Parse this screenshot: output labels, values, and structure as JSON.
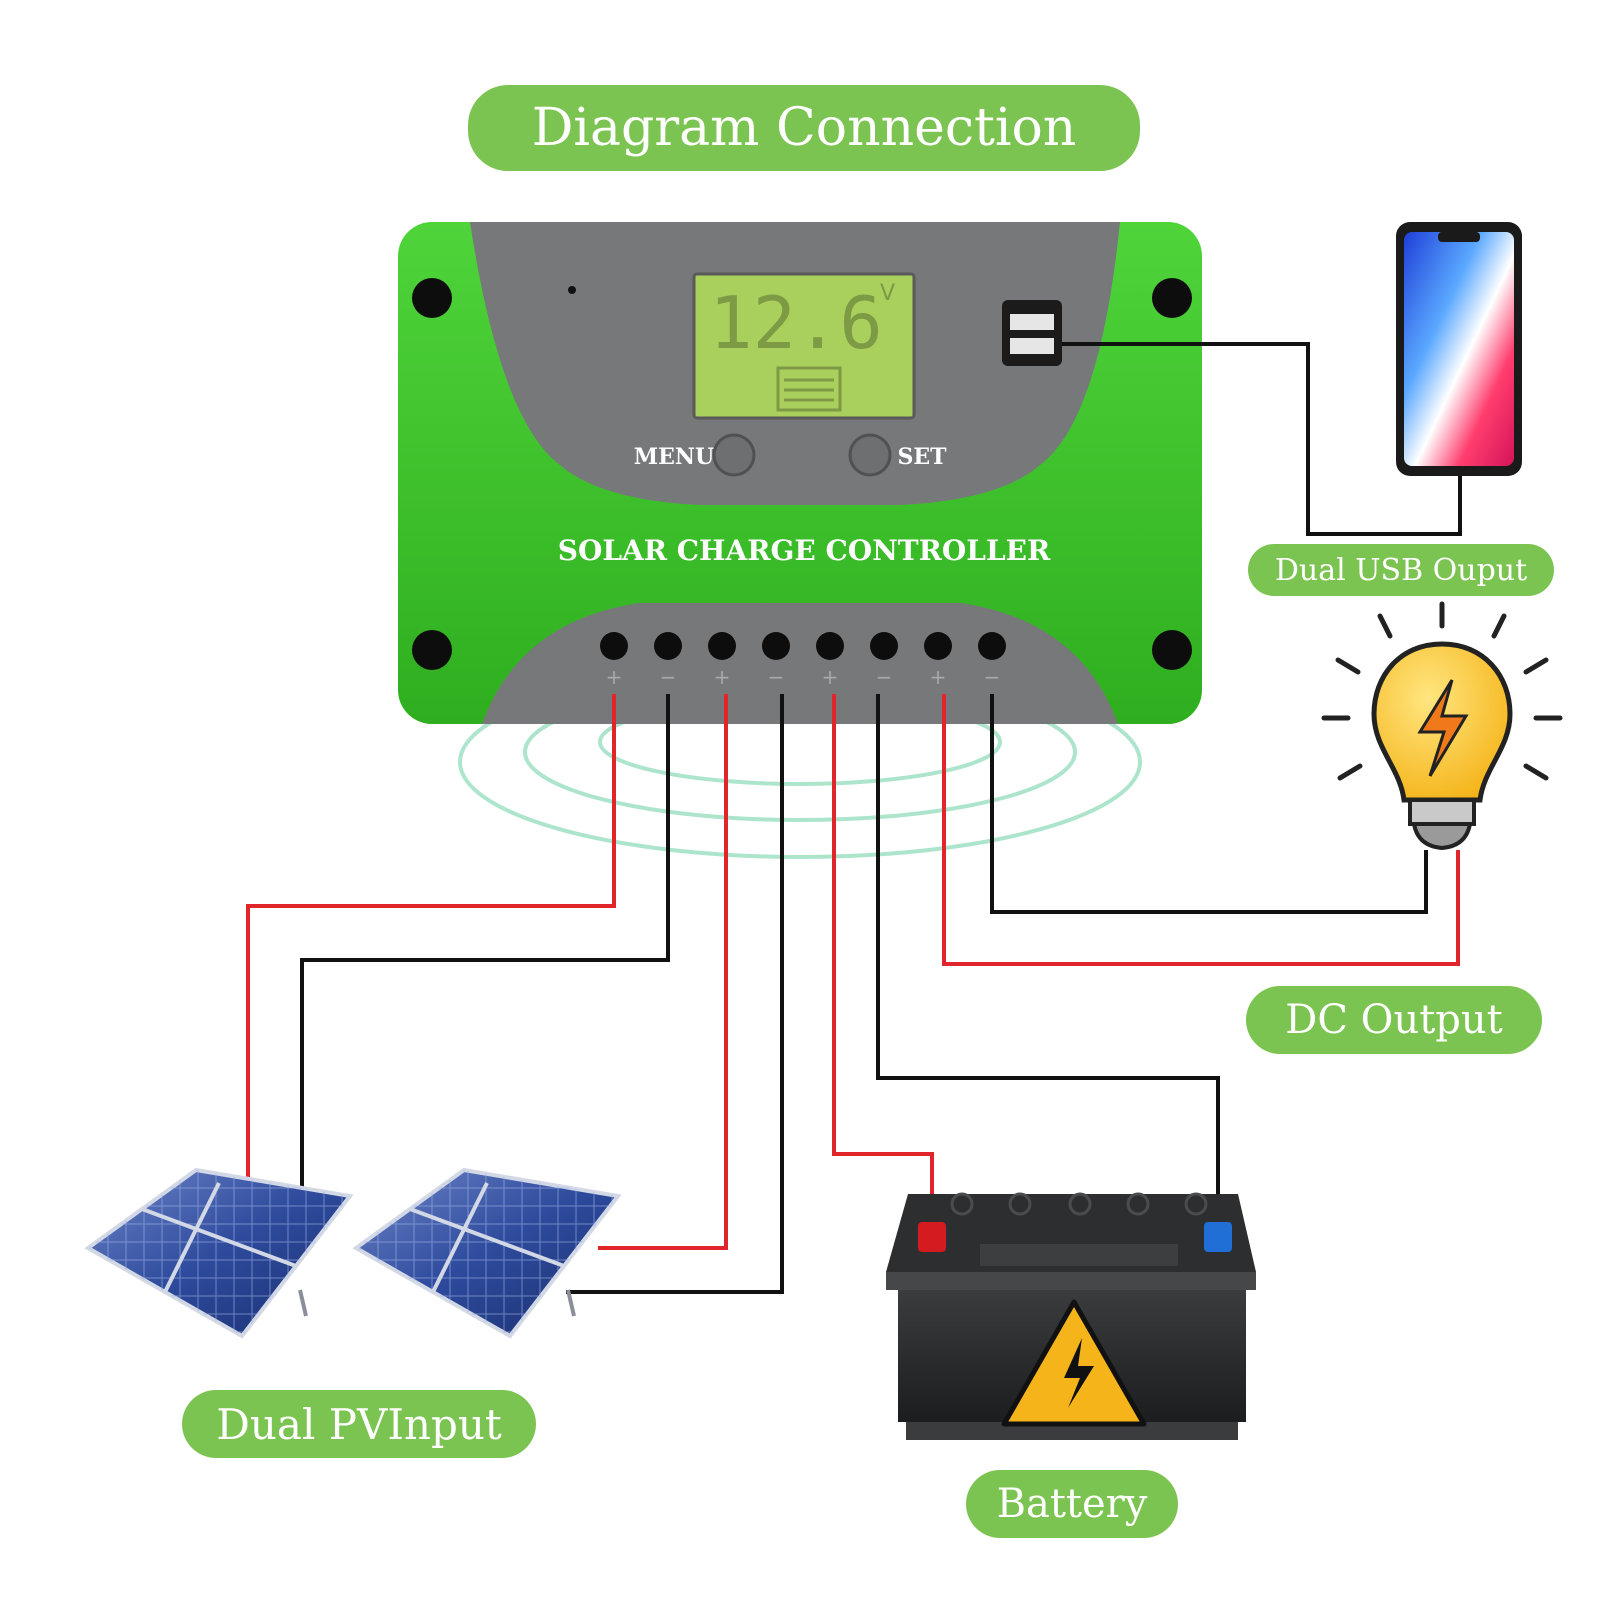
{
  "title": "Diagram Connection",
  "controller": {
    "name": "SOLAR CHARGE CONTROLLER",
    "lcd_value": "12.6",
    "lcd_unit": "V",
    "menu_label": "MENU",
    "set_label": "SET",
    "terminal_marks": [
      "+",
      "−",
      "+",
      "−",
      "+",
      "−",
      "+",
      "−"
    ]
  },
  "labels": {
    "usb": "Dual USB Ouput",
    "dc": "DC Output",
    "pv": "Dual PVInput",
    "battery": "Battery"
  },
  "colors": {
    "brand_green": "#3bc12a",
    "pill_green": "#7cc451",
    "housing_gray": "#77787a",
    "lcd_green": "#a9cf5c",
    "wire_positive": "#e0262a",
    "wire_negative": "#111111"
  },
  "icons": [
    "smartphone-icon",
    "light-bulb-icon",
    "solar-panel-icon",
    "battery-icon",
    "warning-icon",
    "usb-port-icon"
  ]
}
